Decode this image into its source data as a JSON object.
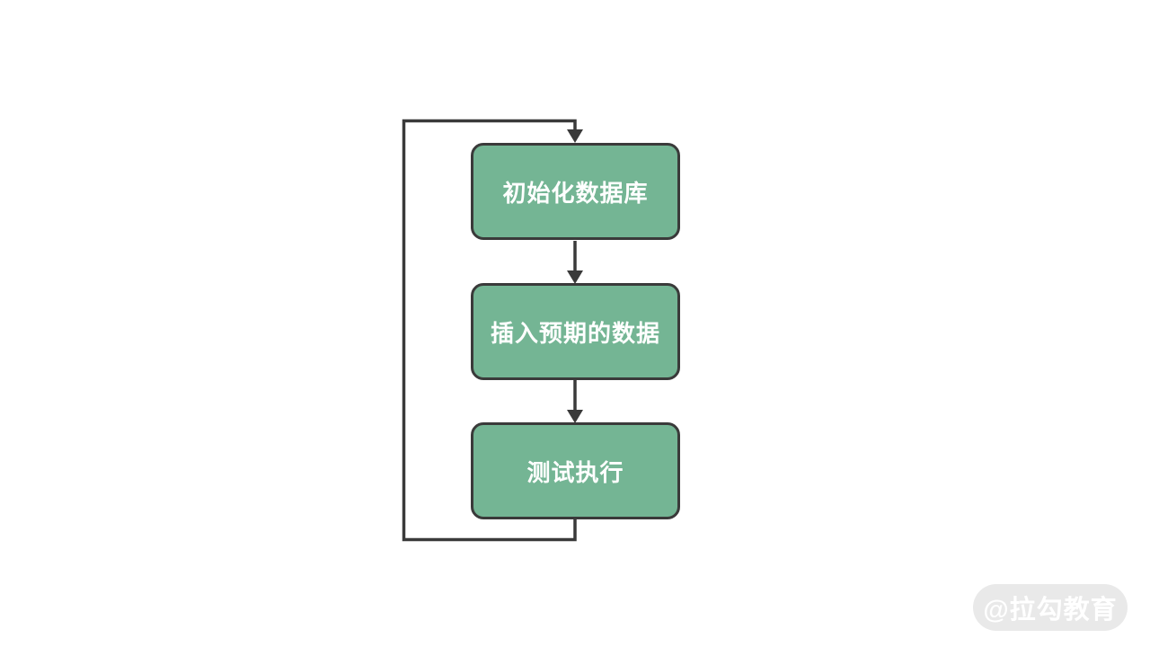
{
  "diagram": {
    "title": "test-loop-flowchart",
    "nodes": [
      {
        "id": "init-database",
        "label": "初始化数据库"
      },
      {
        "id": "insert-expected-data",
        "label": "插入预期的数据"
      },
      {
        "id": "run-test",
        "label": "测试执行"
      }
    ],
    "edges": [
      {
        "from": "init-database",
        "to": "insert-expected-data",
        "type": "arrow-down"
      },
      {
        "from": "insert-expected-data",
        "to": "run-test",
        "type": "arrow-down"
      },
      {
        "from": "run-test",
        "to": "init-database",
        "type": "loop-back-left"
      }
    ],
    "colors": {
      "node_fill": "#74b594",
      "node_border": "#3a3a3a",
      "connector": "#3a3a3a",
      "node_text": "#ffffff",
      "background": "#ffffff"
    }
  },
  "watermark": {
    "text": "@拉勾教育",
    "pill_color": "#e9e9e9",
    "text_color": "#ffffff"
  }
}
